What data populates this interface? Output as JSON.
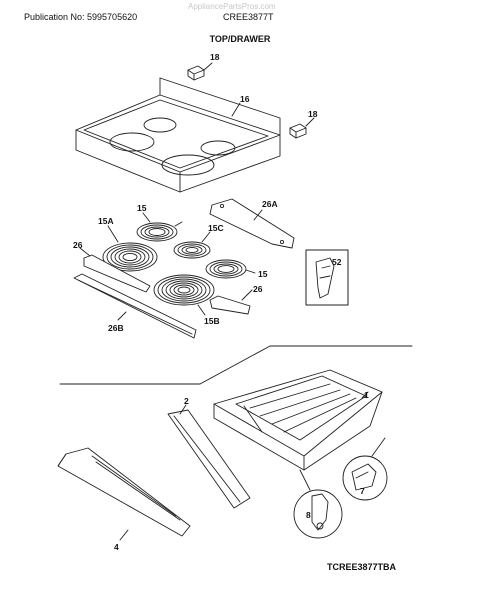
{
  "header": {
    "publication": "Publication No: 5995705620",
    "model": "CREE3877T",
    "watermark": "AppliancePartsPros.com"
  },
  "title": "TOP/DRAWER",
  "reference_code": "TCREE3877TBA",
  "callouts": {
    "c18a": "18",
    "c16": "16",
    "c18b": "18",
    "c15": "15",
    "c26A": "26A",
    "c15A": "15A",
    "c15C": "15C",
    "c26a": "26",
    "c52": "52",
    "c15r": "15",
    "c26b": "26",
    "c15B": "15B",
    "c26B": "26B",
    "c1": "1",
    "c2": "2",
    "c7": "7",
    "c8": "8",
    "c4": "4"
  }
}
